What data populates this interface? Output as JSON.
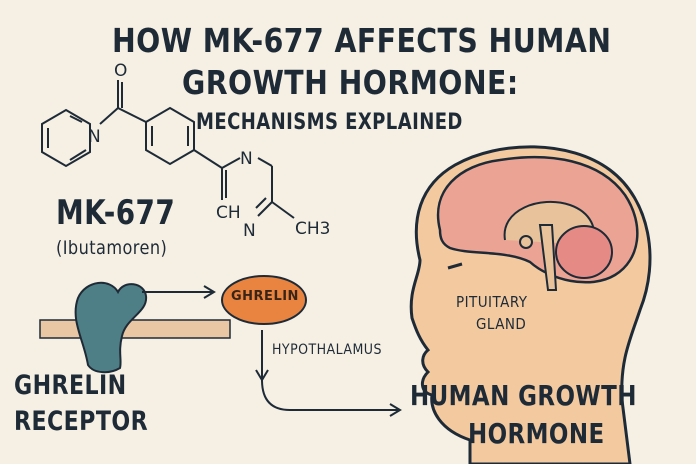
{
  "title": {
    "line1": "HOW MK-677 AFFECTS HUMAN",
    "line2": "GROWTH HORMONE:",
    "subtitle": "MECHANISMS EXPLAINED"
  },
  "compound": {
    "name": "MK-677",
    "alt_name": "(Ibutamoren)",
    "atoms": {
      "o": "O",
      "n1": "N",
      "n2": "N",
      "ch": "CH",
      "n3": "N",
      "ch3": "CH3"
    }
  },
  "pathway": {
    "ghrelin": "GHRELIN",
    "hypothalamus": "HYPOTHALAMUS",
    "receptor_line1": "GHRELIN",
    "receptor_line2": "RECEPTOR",
    "hgh_line1": "HUMAN GROWTH",
    "hgh_line2": "HORMONE"
  },
  "brain": {
    "label_line1": "PITUITARY",
    "label_line2": "GLAND"
  },
  "colors": {
    "background": "#f6efe4",
    "text": "#1e2b37",
    "ghrelin": "#e8843f",
    "receptor": "#4f7f86",
    "skin": "#f3c9a0",
    "brain": "#eba493"
  }
}
